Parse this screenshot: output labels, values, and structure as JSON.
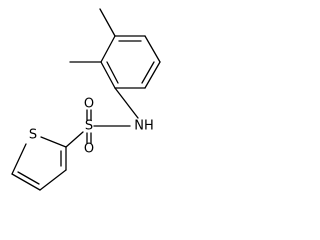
{
  "molecule": {
    "atoms": {
      "sulfonyl_sulfur": "S",
      "sulfonyl_oxygen_upper": "O",
      "sulfonyl_oxygen_lower": "O",
      "amide_nitrogen": "NH",
      "thiophene_sulfur": "S"
    }
  }
}
